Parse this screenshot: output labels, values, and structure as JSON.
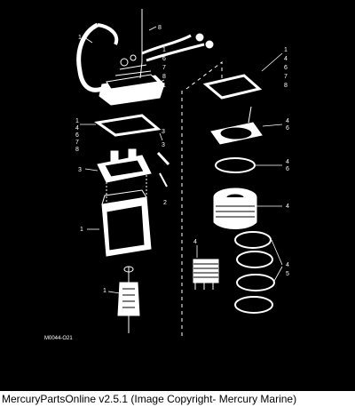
{
  "diagram": {
    "drawing_code": "M0044-O21",
    "callouts": {
      "c_top_1": "1",
      "c_top_8": "8",
      "c_top_left_1": "1",
      "c_cap_stack": [
        "1",
        "6",
        "7",
        "8",
        "1"
      ],
      "c_gasket_left": [
        "1",
        "4",
        "6",
        "7",
        "8"
      ],
      "c_gasket_right": [
        "1",
        "4",
        "6",
        "7",
        "8"
      ],
      "c_3_upper": "3",
      "c_3_lower": "3",
      "c_2": "2",
      "c_3_left": "3",
      "c_1_housing": "1",
      "c_46_top": [
        "4",
        "6"
      ],
      "c_46_ring": [
        "4",
        "6"
      ],
      "c_4_drum": "4",
      "c_4_brush": "4",
      "c_45_rings": [
        "4",
        "5"
      ],
      "c_1_armature": "1"
    }
  },
  "caption": "MercuryPartsOnline v2.5.1 (Image Copyright- Mercury Marine)"
}
